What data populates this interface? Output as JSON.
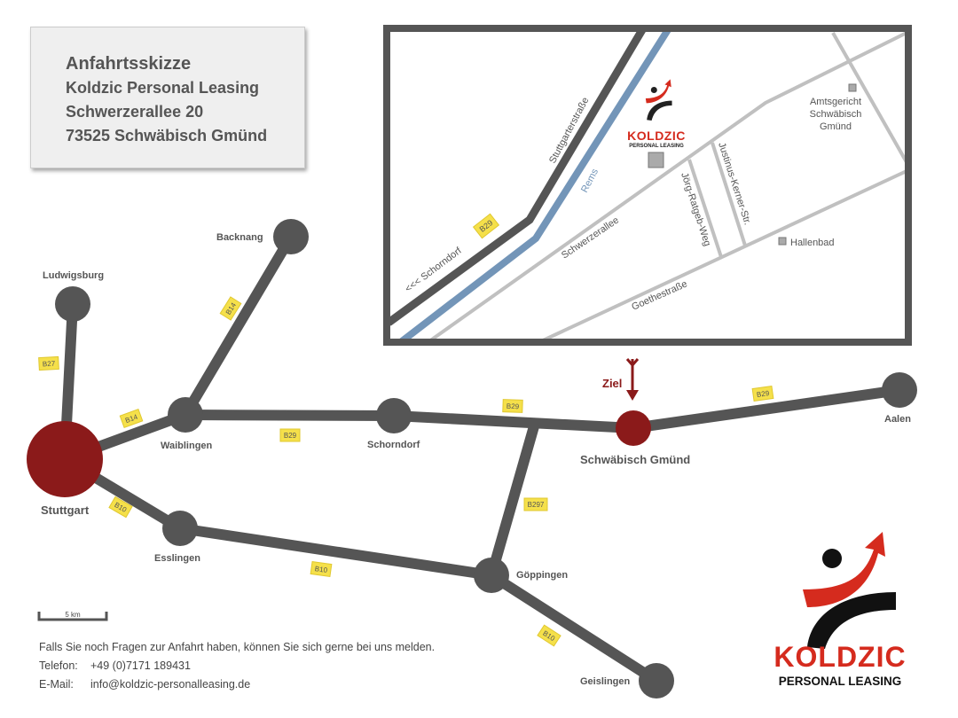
{
  "address": {
    "title": "Anfahrtsskizze",
    "company": "Koldzic Personal Leasing",
    "street": "Schwerzerallee 20",
    "city": "73525 Schwäbisch Gmünd"
  },
  "cities": {
    "stuttgart": "Stuttgart",
    "ludwigsburg": "Ludwigsburg",
    "backnang": "Backnang",
    "waiblingen": "Waiblingen",
    "schorndorf": "Schorndorf",
    "gmuend": "Schwäbisch Gmünd",
    "aalen": "Aalen",
    "esslingen": "Esslingen",
    "goeppingen": "Göppingen",
    "geislingen": "Geislingen"
  },
  "roads": {
    "b27": "B27",
    "b14a": "B14",
    "b14b": "B14",
    "b29a": "B29",
    "b29b": "B29",
    "b29c": "B29",
    "b10a": "B10",
    "b10b": "B10",
    "b10c": "B10",
    "b297": "B297"
  },
  "target_label": "Ziel",
  "inset": {
    "b29": "B29",
    "schorndorf": "<<< Schorndorf",
    "stuttgarter": "Stuttgarterstraße",
    "rems": "Rems",
    "schwerzerallee": "Schwerzerallee",
    "joerg": "Jörg-Ratgeb-Weg",
    "justinus": "Justinus-Kerner-Str.",
    "goethe": "Goethestraße",
    "hallenbad": "Hallenbad",
    "amts1": "Amtsgericht",
    "amts2": "Schwäbisch",
    "amts3": "Gmünd"
  },
  "logo": {
    "name": "KOLDZIC",
    "sub": "PERSONAL LEASING"
  },
  "scale": "5 km",
  "contact": {
    "note": "Falls Sie noch Fragen zur Anfahrt haben, können Sie sich gerne bei uns melden.",
    "phone_label": "Telefon:",
    "phone": "+49 (0)7171 189431",
    "email_label": "E-Mail:",
    "email": "info@koldzic-personalleasing.de"
  },
  "colors": {
    "road": "#555555",
    "target": "#8b1a1a",
    "river": "#7395b8",
    "street": "#c0c0c0",
    "sign": "#f5e04a",
    "logo_red": "#d52b1e"
  }
}
